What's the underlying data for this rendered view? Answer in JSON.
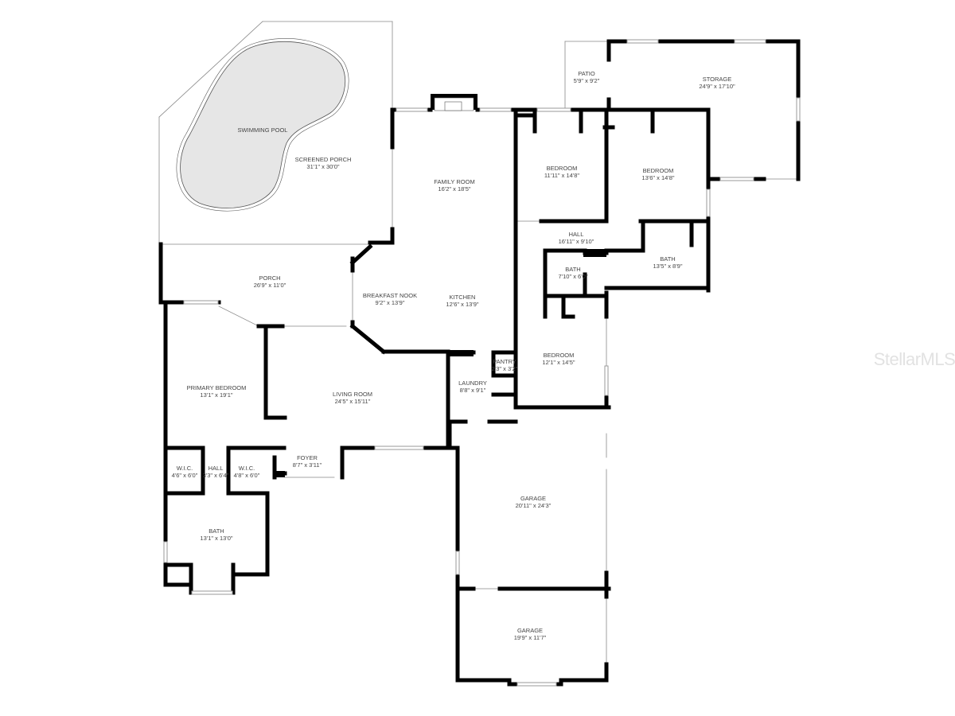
{
  "rooms": {
    "swimming_pool": {
      "name": "SWIMMING POOL"
    },
    "screened_porch": {
      "name": "SCREENED PORCH",
      "size": "31'1\" x 30'0\""
    },
    "family_room": {
      "name": "FAMILY ROOM",
      "size": "16'2\" x 18'5\""
    },
    "patio": {
      "name": "PATIO",
      "size": "5'9\" x 9'2\""
    },
    "storage": {
      "name": "STORAGE",
      "size": "24'9\" x 17'10\""
    },
    "bedroom_1": {
      "name": "BEDROOM",
      "size": "11'11\" x 14'8\""
    },
    "bedroom_2": {
      "name": "BEDROOM",
      "size": "13'6\" x 14'8\""
    },
    "hall_1": {
      "name": "HALL",
      "size": "16'11\" x 9'10\""
    },
    "bath_1": {
      "name": "BATH",
      "size": "7'10\" x 6'0\""
    },
    "bath_2": {
      "name": "BATH",
      "size": "13'5\" x 8'9\""
    },
    "porch": {
      "name": "PORCH",
      "size": "26'9\" x 11'0\""
    },
    "breakfast_nook": {
      "name": "BREAKFAST NOOK",
      "size": "9'2\" x 13'9\""
    },
    "kitchen": {
      "name": "KITCHEN",
      "size": "12'6\" x 13'9\""
    },
    "bedroom_3": {
      "name": "BEDROOM",
      "size": "12'1\" x 14'5\""
    },
    "pantry": {
      "name": "PANTRY",
      "size": "2'3\" x 3'2\""
    },
    "laundry": {
      "name": "LAUNDRY",
      "size": "8'8\" x 9'1\""
    },
    "primary_bedroom": {
      "name": "PRIMARY BEDROOM",
      "size": "13'1\" x 19'1\""
    },
    "living_room": {
      "name": "LIVING ROOM",
      "size": "24'5\" x 15'11\""
    },
    "wic_1": {
      "name": "W.I.C.",
      "size": "4'6\" x 6'0\""
    },
    "hall_2": {
      "name": "HALL",
      "size": "3'3\" x 6'4\""
    },
    "wic_2": {
      "name": "W.I.C.",
      "size": "4'8\" x 6'0\""
    },
    "foyer": {
      "name": "FOYER",
      "size": "8'7\" x 3'11\""
    },
    "primary_bath": {
      "name": "BATH",
      "size": "13'1\" x 13'0\""
    },
    "garage_1": {
      "name": "GARAGE",
      "size": "20'11\" x 24'3\""
    },
    "garage_2": {
      "name": "GARAGE",
      "size": "19'9\" x 11'7\""
    }
  },
  "watermark": "StellarMLS",
  "colors": {
    "wall": "#000000",
    "pool": "#e6e6e6",
    "text": "#444444",
    "window": "#9a9a9a"
  }
}
